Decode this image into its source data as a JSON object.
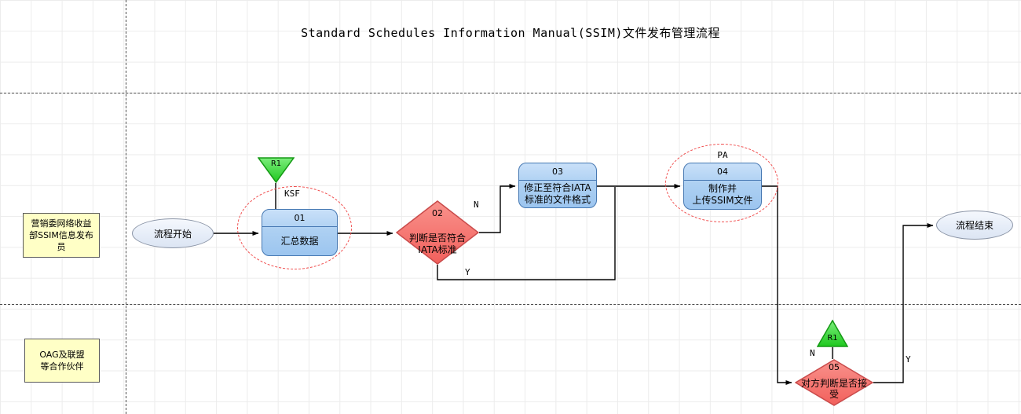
{
  "title": "Standard Schedules Information Manual(SSIM)文件发布管理流程",
  "lanes": [
    {
      "label_lines": [
        "营销委网络收益",
        "部SSIM信息发布",
        "员"
      ]
    },
    {
      "label_lines": [
        "OAG及联盟",
        "等合作伙伴"
      ]
    }
  ],
  "nodes": {
    "start": {
      "label": "流程开始"
    },
    "end": {
      "label": "流程结束"
    },
    "task01": {
      "id": "01",
      "lines": [
        "汇总数据"
      ]
    },
    "decision02": {
      "id": "02",
      "lines": [
        "判断是否符合",
        "IATA标准"
      ]
    },
    "task03": {
      "id": "03",
      "lines": [
        "修正至符合IATA",
        "标准的文件格式"
      ]
    },
    "task04": {
      "id": "04",
      "lines": [
        "制作并",
        "上传SSIM文件"
      ]
    },
    "decision05": {
      "id": "05",
      "lines": [
        "对方判断是否接",
        "受"
      ]
    }
  },
  "annotations": {
    "risk1": {
      "label": "R1",
      "link_label": "KSF"
    },
    "risk2": {
      "label": "R1"
    },
    "pa_label": "PA"
  },
  "edge_labels": {
    "n1": "N",
    "y1": "Y",
    "n2": "N",
    "y2": "Y"
  },
  "colors": {
    "task_fill": "#ADD0F2",
    "task_border": "#4678B2",
    "decision_fill": "#F4716B",
    "decision_border": "#C94B4B",
    "risk_triangle_fill": "#2FD32F",
    "risk_triangle_border": "#149914",
    "terminator_fill": "#E8EDF6",
    "lane_label_fill": "#FFFFC6",
    "highlight_dashed": "#F04C4C"
  }
}
